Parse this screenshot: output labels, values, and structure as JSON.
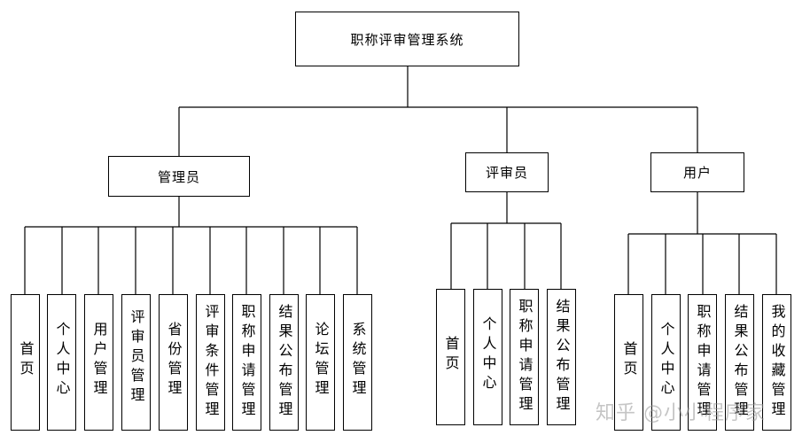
{
  "root": {
    "label": "职称评审管理系统"
  },
  "groups": [
    {
      "label": "管理员",
      "children": [
        "首页",
        "个人中心",
        "用户管理",
        "评审员管理",
        "省份管理",
        "评审条件管理",
        "职称申请管理",
        "结果公布管理",
        "论坛管理",
        "系统管理"
      ]
    },
    {
      "label": "评审员",
      "children": [
        "首页",
        "个人中心",
        "职称申请管理",
        "结果公布管理"
      ]
    },
    {
      "label": "用户",
      "children": [
        "首页",
        "个人中心",
        "职称申请管理",
        "结果公布管理",
        "我的收藏管理"
      ]
    }
  ],
  "watermark": "知乎 @小小程序家"
}
